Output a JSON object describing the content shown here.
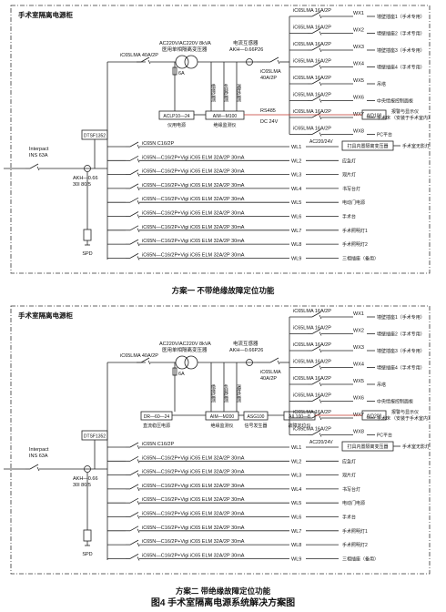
{
  "p1": {
    "cabinet": "手术室隔离电源柜",
    "caption": "方案一  不带绝缘故障定位功能",
    "main_mcb": "iC65LMA 40A/2P",
    "transformer": [
      "AC220V/AC220V 8kVA",
      "医用单相隔离变压器"
    ],
    "fuse": "6A",
    "ct": [
      "电流互感器",
      "AKH—0.66P26"
    ],
    "sub_mcb": [
      "iC65LMA",
      "40A/2P"
    ],
    "monitors": [
      "绝缘监测",
      "负载监测",
      "温度监测"
    ],
    "aclp": "ACLP10—24",
    "aclp_sub": "仪用电源",
    "aim": "AIM—M100",
    "aim_sub": "绝缘监测仪",
    "rs485": "RS485",
    "dc24": "DC 24V",
    "aid": "AID100",
    "alarm": [
      "报警与显示仪",
      "（安装于手术室内）"
    ],
    "dtsf": "DTSF1352",
    "interact": [
      "Interpact",
      "INS 63A"
    ],
    "akh": [
      "AKH—0.66",
      "30I 80/5"
    ],
    "spd": "SPD",
    "wx": [
      {
        "breaker": "iC65LMA 16A/2P",
        "id": "WX1",
        "load": "墙壁插座1（手术专用）"
      },
      {
        "breaker": "iC65LMA 16A/2P",
        "id": "WX2",
        "load": "墙壁插座2（手术专用）"
      },
      {
        "breaker": "iC65LMA 16A/2P",
        "id": "WX3",
        "load": "墙壁插座3（手术专用）"
      },
      {
        "breaker": "iC65LMA 16A/2P",
        "id": "WX4",
        "load": "墙壁插座4（手术专用）"
      },
      {
        "breaker": "iC65LMA 16A/2P",
        "id": "WX5",
        "load": "吊塔"
      },
      {
        "breaker": "iC65LMA 16A/2P",
        "id": "WX6",
        "load": "中央情报控制面板"
      },
      {
        "breaker": "iC65LMA 16A/2P",
        "id": "WX7",
        "load": "手术床"
      },
      {
        "breaker": "iC65LMA 16A/2P",
        "id": "WX8",
        "load": "PC平台"
      }
    ],
    "ac_lamp": "AC220/24V",
    "lamp_label": "打具内置隔离变压器",
    "ups_lamp": "手术室无影灯",
    "wl": [
      {
        "breaker": "iC65N C16/2P",
        "id": "WL1",
        "load": ""
      },
      {
        "breaker": "iC65N—C16/2P+Vigi iC65 ELM 32A/2P 30mA",
        "id": "WL2",
        "load": "应急灯"
      },
      {
        "breaker": "iC65N—C16/2P+Vigi iC65 ELM 32A/2P 30mA",
        "id": "WL3",
        "load": "观片灯"
      },
      {
        "breaker": "iC65N—C16/2P+Vigi iC65 ELM 32A/2P 30mA",
        "id": "WL4",
        "load": "书写台灯"
      },
      {
        "breaker": "iC65N—C16/2P+Vigi iC65 ELM 32A/2P 30mA",
        "id": "WL5",
        "load": "电动门电源"
      },
      {
        "breaker": "iC65N—C16/2P+Vigi iC65 ELM 32A/2P 30mA",
        "id": "WL6",
        "load": "手术台"
      },
      {
        "breaker": "iC65N—C16/2P+Vigi iC65 ELM 32A/2P 30mA",
        "id": "WL7",
        "load": "手术照明灯1"
      },
      {
        "breaker": "iC65N—C16/2P+Vigi iC65 ELM 32A/2P 30mA",
        "id": "WL8",
        "load": "手术照明灯2"
      },
      {
        "breaker": "iC65N—C16/2P+Vigi iC65 ELM 32A/2P 30mA",
        "id": "WL9",
        "load": "三相插座（备用）"
      }
    ]
  },
  "p2": {
    "cabinet": "手术室隔离电源柜",
    "caption": "方案二  带绝缘故障定位功能",
    "main_mcb": "iC65LMA 40A/2P",
    "transformer": [
      "AC220V/AC220V 8kVA",
      "医用单相隔离变压器"
    ],
    "fuse": "6A",
    "ct": [
      "电流互感器",
      "AKH—0.66P26"
    ],
    "sub_mcb": [
      "iC65LMA",
      "40A/2P"
    ],
    "monitors": [
      "绝缘监测",
      "负载监测",
      "温度监测"
    ],
    "dr": "DR—60—24",
    "dr_sub": "直流稳压电源",
    "aim": "AIM—M200",
    "aim_sub": "绝缘监测仪",
    "asg": "ASG100",
    "asg_sub": "信号发生器",
    "ail": "AIL100—8",
    "ail_sub": "故障定位仪",
    "aid": "AID200",
    "alarm": [
      "报警与显示仪",
      "（安装于手术室内）"
    ],
    "dtsf": "DTSF1352",
    "interact": [
      "Interpact",
      "INS 63A"
    ],
    "akh": [
      "AKH—0.66",
      "30I 80/5"
    ],
    "spd": "SPD",
    "wx": [
      {
        "breaker": "iC65LMA 16A/2P",
        "id": "WX1",
        "load": "墙壁插座1（手术专用）"
      },
      {
        "breaker": "iC65LMA 16A/2P",
        "id": "WX2",
        "load": "墙壁插座2（手术专用）"
      },
      {
        "breaker": "iC65LMA 16A/2P",
        "id": "WX3",
        "load": "墙壁插座3（手术专用）"
      },
      {
        "breaker": "iC65LMA 16A/2P",
        "id": "WX4",
        "load": "墙壁插座4（手术专用）"
      },
      {
        "breaker": "iC65LMA 16A/2P",
        "id": "WX5",
        "load": "吊塔"
      },
      {
        "breaker": "iC65LMA 16A/2P",
        "id": "WX6",
        "load": "中央情报控制面板"
      },
      {
        "breaker": "iC65LMA 16A/2P",
        "id": "WX7",
        "load": "手术床"
      },
      {
        "breaker": "iC65LMA 16A/2P",
        "id": "WX8",
        "load": "PC平台"
      }
    ],
    "ac_lamp": "AC220/24V",
    "lamp_label": "打具内置隔离变压器",
    "ups_lamp": "手术室无影灯",
    "wl": [
      {
        "breaker": "iC65N C16/2P",
        "id": "WL1",
        "load": ""
      },
      {
        "breaker": "iC65N—C16/2P+Vigi iC65 ELM 32A/2P 30mA",
        "id": "WL2",
        "load": "应急灯"
      },
      {
        "breaker": "iC65N—C16/2P+Vigi iC65 ELM 32A/2P 30mA",
        "id": "WL3",
        "load": "观片灯"
      },
      {
        "breaker": "iC65N—C16/2P+Vigi iC65 ELM 32A/2P 30mA",
        "id": "WL4",
        "load": "书写台灯"
      },
      {
        "breaker": "iC65N—C16/2P+Vigi iC65 ELM 32A/2P 30mA",
        "id": "WL5",
        "load": "电动门电源"
      },
      {
        "breaker": "iC65N—C16/2P+Vigi iC65 ELM 32A/2P 30mA",
        "id": "WL6",
        "load": "手术台"
      },
      {
        "breaker": "iC65N—C16/2P+Vigi iC65 ELM 32A/2P 30mA",
        "id": "WL7",
        "load": "手术照明灯1"
      },
      {
        "breaker": "iC65N—C16/2P+Vigi iC65 ELM 32A/2P 30mA",
        "id": "WL8",
        "load": "手术照明灯2"
      },
      {
        "breaker": "iC65N—C16/2P+Vigi iC65 ELM 32A/2P 30mA",
        "id": "WL9",
        "load": "三相插座（备用）"
      }
    ]
  },
  "figure_caption": "图4  手术室隔离电源系统解决方案图"
}
